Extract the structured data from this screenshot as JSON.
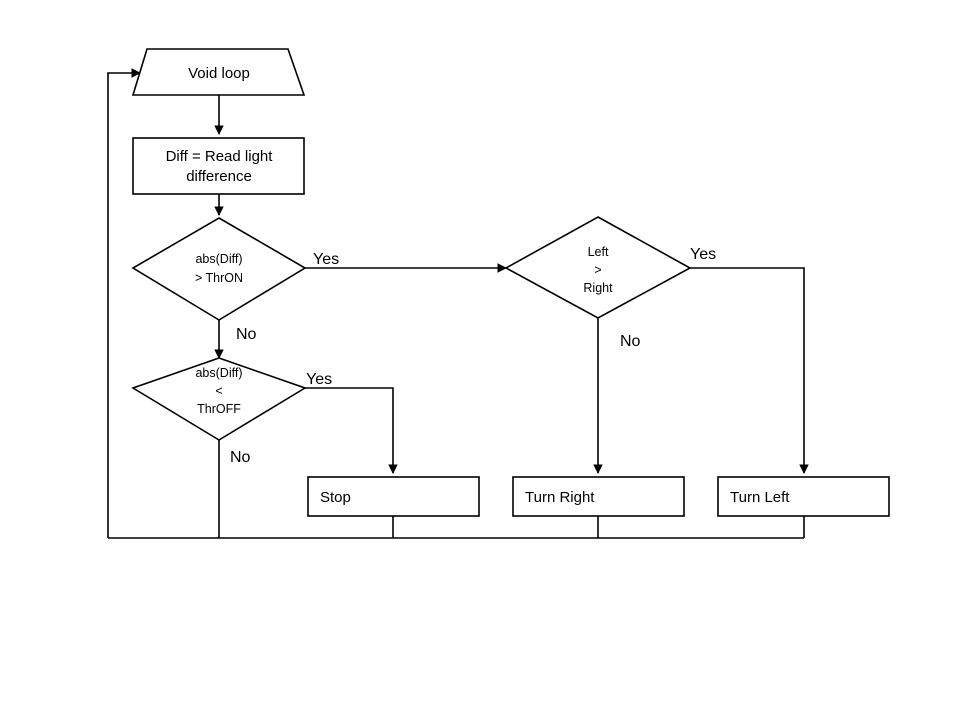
{
  "diagram": {
    "title": "Void loop light-following flowchart",
    "background_color": "#ffffff",
    "line_color": "#000000",
    "text_color": "#000000"
  },
  "nodes": {
    "start": {
      "type": "terminator-trapezoid",
      "label": "Void loop"
    },
    "read": {
      "type": "process",
      "label_line1": "Diff = Read light",
      "label_line2": "difference"
    },
    "decision_thron": {
      "type": "decision",
      "label_line1": "abs(Diff)",
      "label_line2": "> ThrON"
    },
    "decision_throff": {
      "type": "decision",
      "label_line1": "abs(Diff)",
      "label_line2": "<",
      "label_line3": "ThrOFF"
    },
    "decision_leftright": {
      "type": "decision",
      "label_line1": "Left",
      "label_line2": ">",
      "label_line3": "Right"
    },
    "stop": {
      "type": "process",
      "label": "Stop"
    },
    "turn_right": {
      "type": "process",
      "label": "Turn Right"
    },
    "turn_left": {
      "type": "process",
      "label": "Turn Left"
    }
  },
  "edge_labels": {
    "thron_yes": "Yes",
    "thron_no": "No",
    "throff_yes": "Yes",
    "throff_no": "No",
    "leftright_yes": "Yes",
    "leftright_no": "No"
  }
}
